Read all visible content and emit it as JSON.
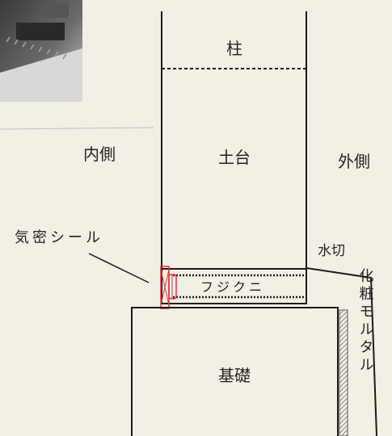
{
  "labels": {
    "pillar": "柱",
    "sill": "土台",
    "interior": "内側",
    "exterior": "外側",
    "airtight_seal": "気密シール",
    "drip_edge": "水切",
    "packing": "フジクニ",
    "foundation": "基礎",
    "finish_mortar": "化粧モルタル"
  },
  "colors": {
    "line": "#1a1a1a",
    "seal": "#e0303a",
    "paper": "#f4efe5",
    "mortar_hatch": "#777777"
  },
  "photo": {
    "description_icon": "photo-thumbnail"
  }
}
